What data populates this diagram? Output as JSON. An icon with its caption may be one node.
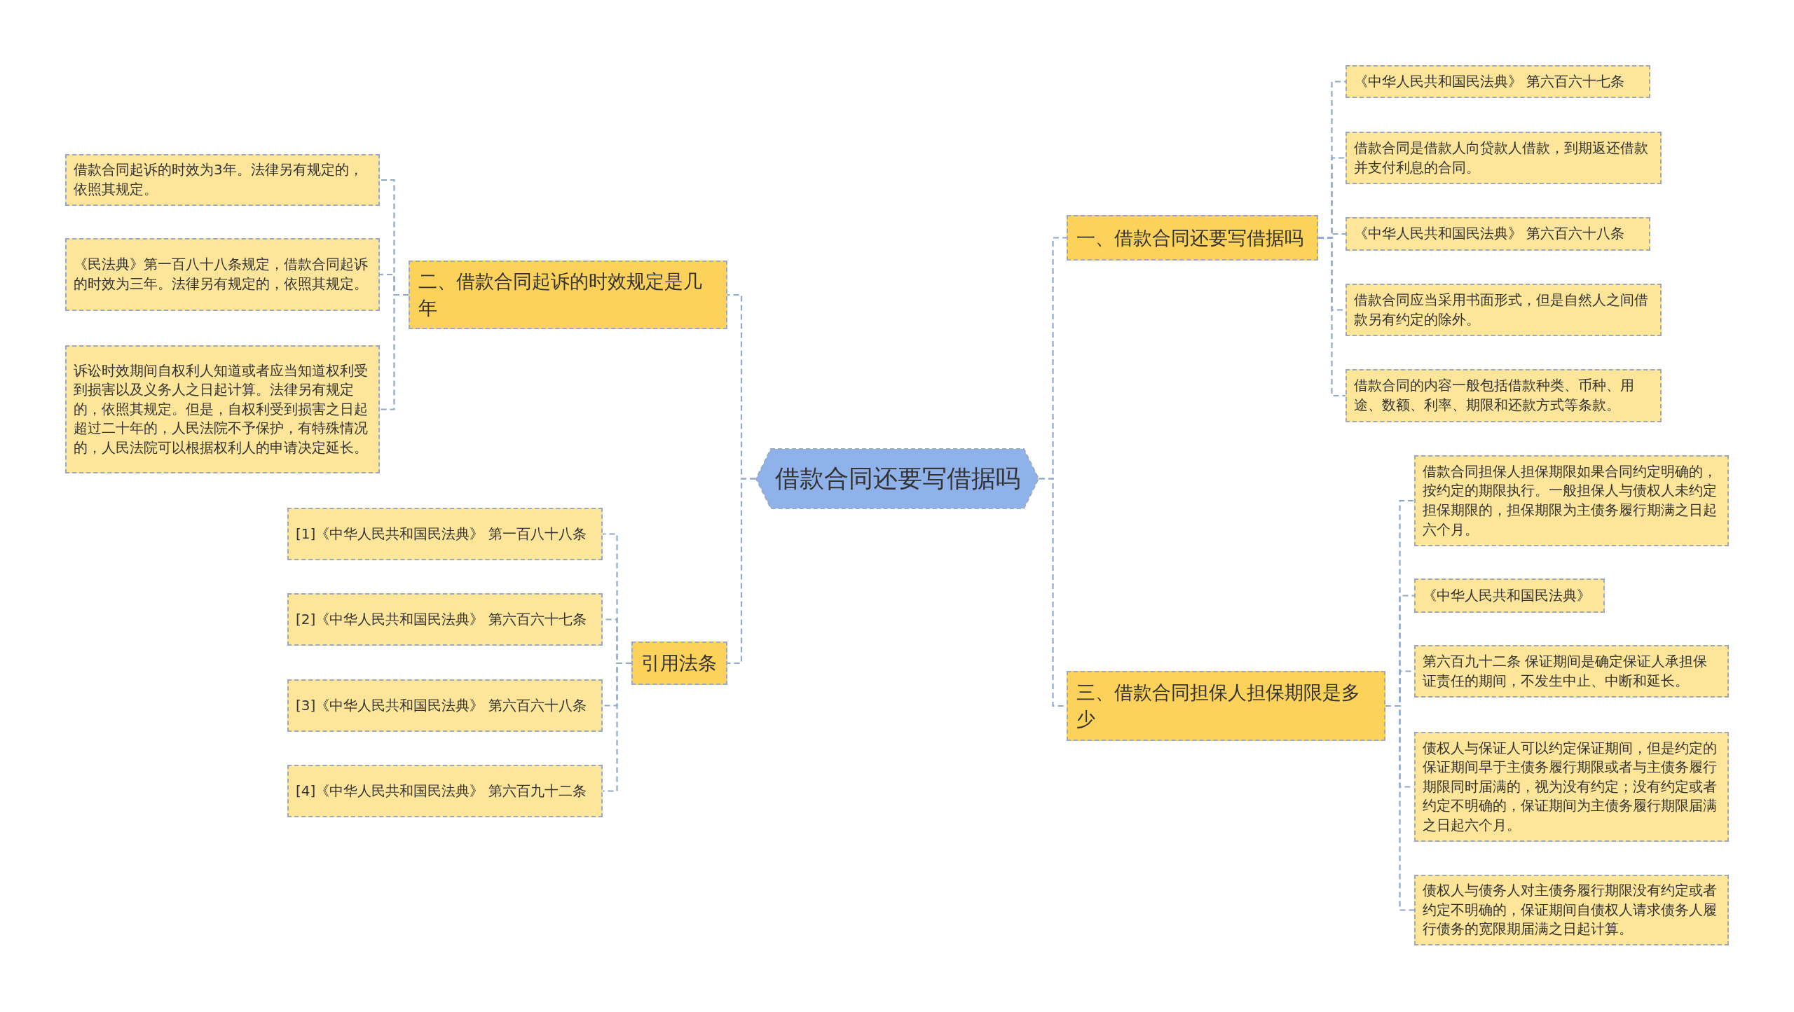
{
  "diagram": {
    "nodes": [
      {
        "text": [
          "借款合同还要写借据吗"
        ]
      },
      {
        "text": [
          "一、借款合同还要写借据吗"
        ]
      },
      {
        "text": [
          "《中华人民共和国民法典》 第六百六十七条"
        ]
      },
      {
        "text": [
          "借款合同是借款人向贷款人借款，到期返还借款并支付利息的合同。"
        ]
      },
      {
        "text": [
          "《中华人民共和国民法典》 第六百六十八条"
        ]
      },
      {
        "text": [
          "借款合同应当采用书面形式，但是自然人之间借款另有约定的除外。"
        ]
      },
      {
        "text": [
          "借款合同的内容一般包括借款种类、币种、用途、数额、利率、期限和还款方式等条款。"
        ]
      },
      {
        "text": [
          "二、借款合同起诉的时效规定是几年"
        ]
      },
      {
        "text": [
          "借款合同起诉的时效为3年。法律另有规定的，依照其规定。"
        ]
      },
      {
        "text": [
          "《民法典》第一百八十八条规定，借款合同起诉的时效为三年。法律另有规定的，依照其规定。"
        ]
      },
      {
        "text": [
          "诉讼时效期间自权利人知道或者应当知道权利受到损害以及义务人之日起计算。法律另有规定的，依照其规定。但是，自权利受到损害之日起超过二十年的，人民法院不予保护，有特殊情况的，人民法院可以根据权利人的申请决定延长。"
        ]
      },
      {
        "text": [
          "三、借款合同担保人担保期限是多少"
        ]
      },
      {
        "text": [
          "借款合同担保人担保期限如果合同约定明确的，按约定的期限执行。一般担保人与债权人未约定担保期限的，担保期限为主债务履行期满之日起六个月。"
        ]
      },
      {
        "text": [
          "《中华人民共和国民法典》"
        ]
      },
      {
        "text": [
          "第六百九十二条  保证期间是确定保证人承担保证责任的期间，不发生中止、中断和延长。"
        ]
      },
      {
        "text": [
          "债权人与保证人可以约定保证期间，但是约定的保证期间早于主债务履行期限或者与主债务履行期限同时届满的，视为没有约定；没有约定或者约定不明确的，保证期间为主债务履行期限届满之日起六个月。"
        ]
      },
      {
        "text": [
          "债权人与债务人对主债务履行期限没有约定或者约定不明确的，保证期间自债权人请求债务人履行债务的宽限期届满之日起计算。"
        ]
      },
      {
        "text": [
          "引用法条"
        ]
      },
      {
        "text": [
          "[1]《中华人民共和国民法典》 第一百八十八条"
        ]
      },
      {
        "text": [
          "[2]《中华人民共和国民法典》 第六百六十七条"
        ]
      },
      {
        "text": [
          "[3]《中华人民共和国民法典》 第六百六十八条"
        ]
      },
      {
        "text": [
          "[4]《中华人民共和国民法典》 第六百九十二条"
        ]
      }
    ],
    "edges": [
      {
        "from": 0,
        "to": 1,
        "arrow": "none",
        "style": "dashed"
      },
      {
        "from": 1,
        "to": 2,
        "arrow": "none",
        "style": "dashed"
      },
      {
        "from": 1,
        "to": 3,
        "arrow": "none",
        "style": "dashed"
      },
      {
        "from": 1,
        "to": 4,
        "arrow": "none",
        "style": "dashed"
      },
      {
        "from": 1,
        "to": 5,
        "arrow": "none",
        "style": "dashed"
      },
      {
        "from": 1,
        "to": 6,
        "arrow": "none",
        "style": "dashed"
      },
      {
        "from": 0,
        "to": 7,
        "arrow": "none",
        "style": "dashed"
      },
      {
        "from": 7,
        "to": 8,
        "arrow": "none",
        "style": "dashed"
      },
      {
        "from": 7,
        "to": 9,
        "arrow": "none",
        "style": "dashed"
      },
      {
        "from": 7,
        "to": 10,
        "arrow": "none",
        "style": "dashed"
      },
      {
        "from": 0,
        "to": 11,
        "arrow": "none",
        "style": "dashed"
      },
      {
        "from": 11,
        "to": 12,
        "arrow": "none",
        "style": "dashed"
      },
      {
        "from": 11,
        "to": 13,
        "arrow": "none",
        "style": "dashed"
      },
      {
        "from": 11,
        "to": 14,
        "arrow": "none",
        "style": "dashed"
      },
      {
        "from": 11,
        "to": 15,
        "arrow": "none",
        "style": "dashed"
      },
      {
        "from": 11,
        "to": 16,
        "arrow": "none",
        "style": "dashed"
      },
      {
        "from": 0,
        "to": 17,
        "arrow": "none",
        "style": "dashed"
      },
      {
        "from": 17,
        "to": 18,
        "arrow": "none",
        "style": "dashed"
      },
      {
        "from": 17,
        "to": 19,
        "arrow": "none",
        "style": "dashed"
      },
      {
        "from": 17,
        "to": 20,
        "arrow": "none",
        "style": "dashed"
      },
      {
        "from": 17,
        "to": 21,
        "arrow": "none",
        "style": "dashed"
      }
    ]
  }
}
